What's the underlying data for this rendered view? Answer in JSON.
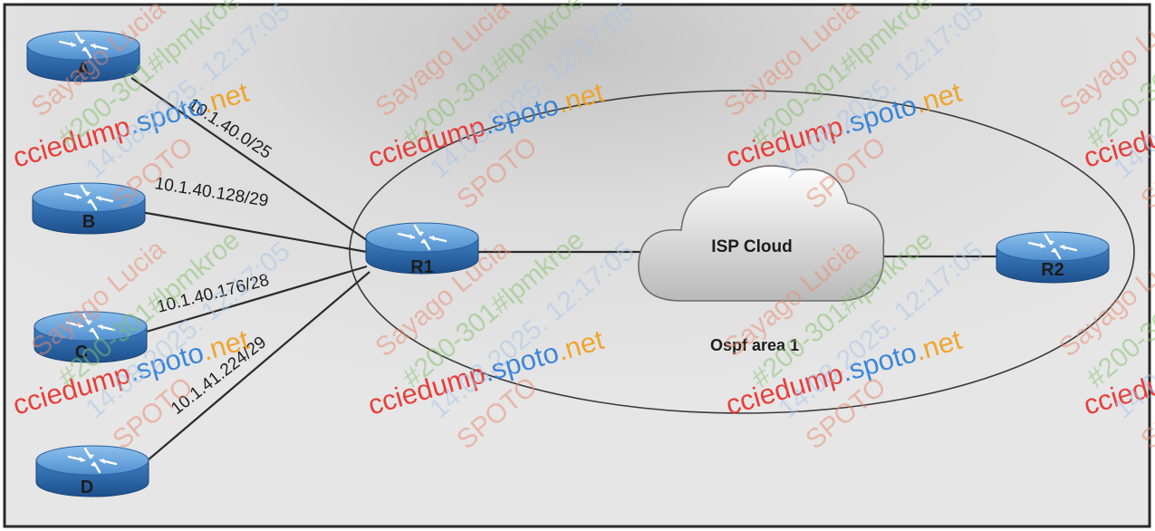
{
  "diagram": {
    "routers": {
      "a": "A",
      "b": "B",
      "c": "C",
      "d": "D",
      "r1": "R1",
      "r2": "R2"
    },
    "links": {
      "a_r1": "10.1.40.0/25",
      "b_r1": "10.1.40.128/29",
      "c_r1": "10.1.40.176/28",
      "d_r1": "10.1.41.224/29"
    },
    "cloud_label": "ISP Cloud",
    "area_label": "Ospf area 1"
  },
  "watermark": {
    "site": [
      "cciedump",
      ".spoto",
      ".net"
    ],
    "site_colors": [
      "#e8322e",
      "#2f7fd8",
      "#f0a020"
    ],
    "id_lines": [
      "Sayago Lucia",
      "#200-301#lpmkroe",
      "14.08.2025. 12:17:05",
      "SPOTO"
    ]
  }
}
